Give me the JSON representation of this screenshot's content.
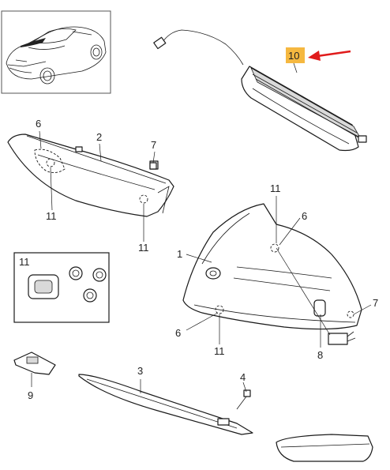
{
  "callouts": {
    "c1": "1",
    "c2": "2",
    "c3": "3",
    "c4": "4",
    "c6a": "6",
    "c6b": "6",
    "c6c": "6",
    "c7a": "7",
    "c7b": "7",
    "c8": "8",
    "c9": "9",
    "c10": "10",
    "c11a": "11",
    "c11b": "11",
    "c11c": "11",
    "c11d": "11",
    "c11inset": "11"
  },
  "colors": {
    "highlight": "#f5b840",
    "arrow": "#e01b1b",
    "line": "#1a1a1a"
  }
}
